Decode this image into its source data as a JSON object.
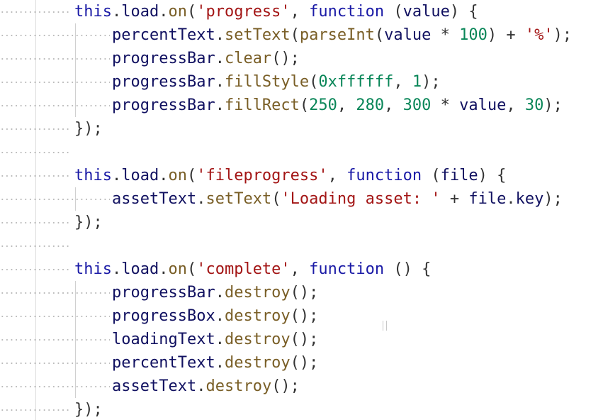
{
  "editor": {
    "lines": [
      {
        "indent": 0,
        "tokens": [
          {
            "t": "this",
            "c": "kw"
          },
          {
            "t": ".",
            "c": "p"
          },
          {
            "t": "load",
            "c": "id"
          },
          {
            "t": ".",
            "c": "p"
          },
          {
            "t": "on",
            "c": "fn"
          },
          {
            "t": "(",
            "c": "p"
          },
          {
            "t": "'progress'",
            "c": "str"
          },
          {
            "t": ", ",
            "c": "p"
          },
          {
            "t": "function",
            "c": "kw"
          },
          {
            "t": " (",
            "c": "p"
          },
          {
            "t": "value",
            "c": "id"
          },
          {
            "t": ") {",
            "c": "p"
          }
        ]
      },
      {
        "indent": 1,
        "tokens": [
          {
            "t": "percentText",
            "c": "id"
          },
          {
            "t": ".",
            "c": "p"
          },
          {
            "t": "setText",
            "c": "fn"
          },
          {
            "t": "(",
            "c": "p"
          },
          {
            "t": "parseInt",
            "c": "fn"
          },
          {
            "t": "(",
            "c": "p"
          },
          {
            "t": "value",
            "c": "id"
          },
          {
            "t": " * ",
            "c": "p"
          },
          {
            "t": "100",
            "c": "num"
          },
          {
            "t": ") + ",
            "c": "p"
          },
          {
            "t": "'%'",
            "c": "str"
          },
          {
            "t": ");",
            "c": "p"
          }
        ]
      },
      {
        "indent": 1,
        "tokens": [
          {
            "t": "progressBar",
            "c": "id"
          },
          {
            "t": ".",
            "c": "p"
          },
          {
            "t": "clear",
            "c": "fn"
          },
          {
            "t": "();",
            "c": "p"
          }
        ]
      },
      {
        "indent": 1,
        "tokens": [
          {
            "t": "progressBar",
            "c": "id"
          },
          {
            "t": ".",
            "c": "p"
          },
          {
            "t": "fillStyle",
            "c": "fn"
          },
          {
            "t": "(",
            "c": "p"
          },
          {
            "t": "0xffffff",
            "c": "num"
          },
          {
            "t": ", ",
            "c": "p"
          },
          {
            "t": "1",
            "c": "num"
          },
          {
            "t": ");",
            "c": "p"
          }
        ]
      },
      {
        "indent": 1,
        "tokens": [
          {
            "t": "progressBar",
            "c": "id"
          },
          {
            "t": ".",
            "c": "p"
          },
          {
            "t": "fillRect",
            "c": "fn"
          },
          {
            "t": "(",
            "c": "p"
          },
          {
            "t": "250",
            "c": "num"
          },
          {
            "t": ", ",
            "c": "p"
          },
          {
            "t": "280",
            "c": "num"
          },
          {
            "t": ", ",
            "c": "p"
          },
          {
            "t": "300",
            "c": "num"
          },
          {
            "t": " * ",
            "c": "p"
          },
          {
            "t": "value",
            "c": "id"
          },
          {
            "t": ", ",
            "c": "p"
          },
          {
            "t": "30",
            "c": "num"
          },
          {
            "t": ");",
            "c": "p"
          }
        ]
      },
      {
        "indent": 0,
        "tokens": [
          {
            "t": "});",
            "c": "p"
          }
        ]
      },
      {
        "indent": 0,
        "tokens": []
      },
      {
        "indent": 0,
        "tokens": [
          {
            "t": "this",
            "c": "kw"
          },
          {
            "t": ".",
            "c": "p"
          },
          {
            "t": "load",
            "c": "id"
          },
          {
            "t": ".",
            "c": "p"
          },
          {
            "t": "on",
            "c": "fn"
          },
          {
            "t": "(",
            "c": "p"
          },
          {
            "t": "'fileprogress'",
            "c": "str"
          },
          {
            "t": ", ",
            "c": "p"
          },
          {
            "t": "function",
            "c": "kw"
          },
          {
            "t": " (",
            "c": "p"
          },
          {
            "t": "file",
            "c": "id"
          },
          {
            "t": ") {",
            "c": "p"
          }
        ]
      },
      {
        "indent": 1,
        "tokens": [
          {
            "t": "assetText",
            "c": "id"
          },
          {
            "t": ".",
            "c": "p"
          },
          {
            "t": "setText",
            "c": "fn"
          },
          {
            "t": "(",
            "c": "p"
          },
          {
            "t": "'Loading asset: '",
            "c": "str"
          },
          {
            "t": " + ",
            "c": "p"
          },
          {
            "t": "file",
            "c": "id"
          },
          {
            "t": ".",
            "c": "p"
          },
          {
            "t": "key",
            "c": "id"
          },
          {
            "t": ");",
            "c": "p"
          }
        ]
      },
      {
        "indent": 0,
        "tokens": [
          {
            "t": "});",
            "c": "p"
          }
        ]
      },
      {
        "indent": 0,
        "tokens": []
      },
      {
        "indent": 0,
        "tokens": [
          {
            "t": "this",
            "c": "kw"
          },
          {
            "t": ".",
            "c": "p"
          },
          {
            "t": "load",
            "c": "id"
          },
          {
            "t": ".",
            "c": "p"
          },
          {
            "t": "on",
            "c": "fn"
          },
          {
            "t": "(",
            "c": "p"
          },
          {
            "t": "'complete'",
            "c": "str"
          },
          {
            "t": ", ",
            "c": "p"
          },
          {
            "t": "function",
            "c": "kw"
          },
          {
            "t": " () {",
            "c": "p"
          }
        ]
      },
      {
        "indent": 1,
        "tokens": [
          {
            "t": "progressBar",
            "c": "id"
          },
          {
            "t": ".",
            "c": "p"
          },
          {
            "t": "destroy",
            "c": "fn"
          },
          {
            "t": "();",
            "c": "p"
          }
        ]
      },
      {
        "indent": 1,
        "tokens": [
          {
            "t": "progressBox",
            "c": "id"
          },
          {
            "t": ".",
            "c": "p"
          },
          {
            "t": "destroy",
            "c": "fn"
          },
          {
            "t": "();",
            "c": "p"
          }
        ]
      },
      {
        "indent": 1,
        "tokens": [
          {
            "t": "loadingText",
            "c": "id"
          },
          {
            "t": ".",
            "c": "p"
          },
          {
            "t": "destroy",
            "c": "fn"
          },
          {
            "t": "();",
            "c": "p"
          }
        ]
      },
      {
        "indent": 1,
        "tokens": [
          {
            "t": "percentText",
            "c": "id"
          },
          {
            "t": ".",
            "c": "p"
          },
          {
            "t": "destroy",
            "c": "fn"
          },
          {
            "t": "();",
            "c": "p"
          }
        ]
      },
      {
        "indent": 1,
        "tokens": [
          {
            "t": "assetText",
            "c": "id"
          },
          {
            "t": ".",
            "c": "p"
          },
          {
            "t": "destroy",
            "c": "fn"
          },
          {
            "t": "();",
            "c": "p"
          }
        ]
      },
      {
        "indent": 0,
        "tokens": [
          {
            "t": "});",
            "c": "p"
          }
        ]
      }
    ],
    "colors": {
      "keyword": "#1a1aa6",
      "string": "#a31515",
      "number": "#098658",
      "function": "#795e26",
      "identifier": "#101060",
      "punctuation": "#333333",
      "background": "#ffffff"
    },
    "cursor_icon": "text-cursor-icon"
  }
}
